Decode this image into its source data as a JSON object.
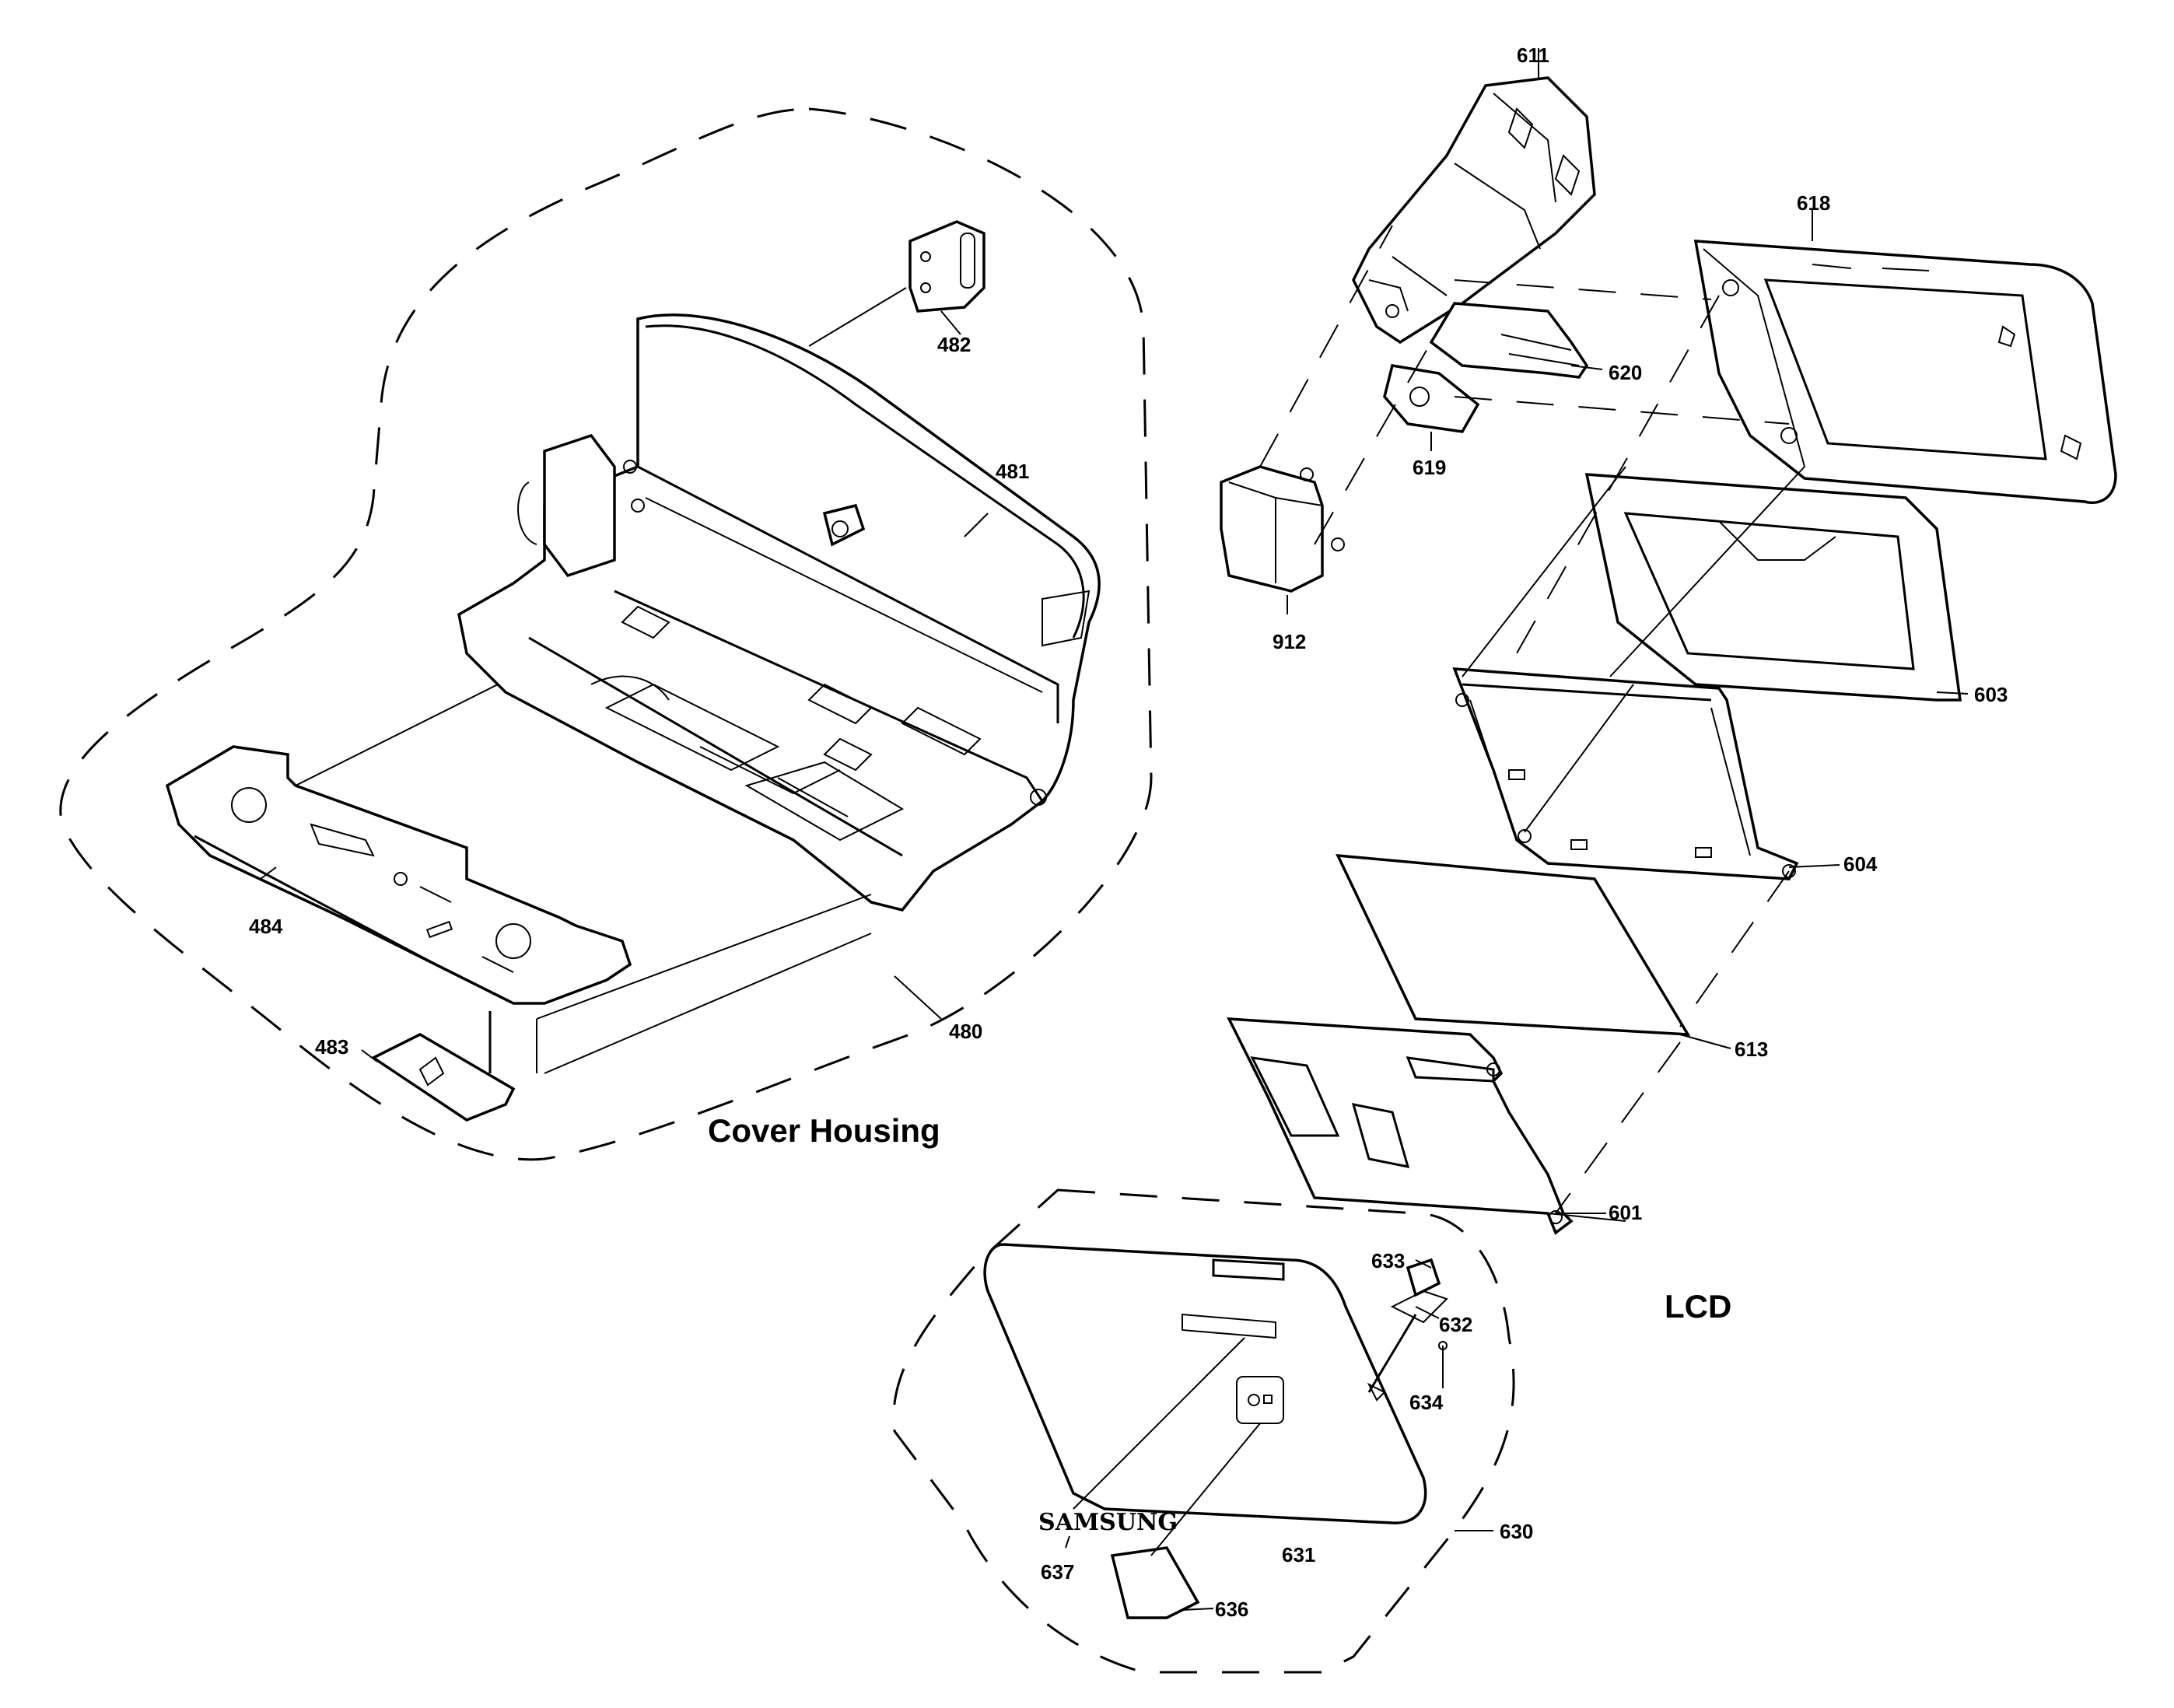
{
  "groups": {
    "cover_housing": {
      "title": "Cover Housing"
    },
    "lcd": {
      "title": "LCD"
    }
  },
  "callouts": {
    "c480": "480",
    "c481": "481",
    "c482": "482",
    "c483": "483",
    "c484": "484",
    "c611": "611",
    "c618": "618",
    "c620": "620",
    "c619": "619",
    "c912": "912",
    "c603": "603",
    "c604": "604",
    "c613": "613",
    "c601": "601",
    "c633": "633",
    "c632": "632",
    "c634": "634",
    "c630": "630",
    "c631": "631",
    "c637": "637",
    "c636": "636"
  },
  "logos": {
    "emblem": "SAMSUNG"
  }
}
